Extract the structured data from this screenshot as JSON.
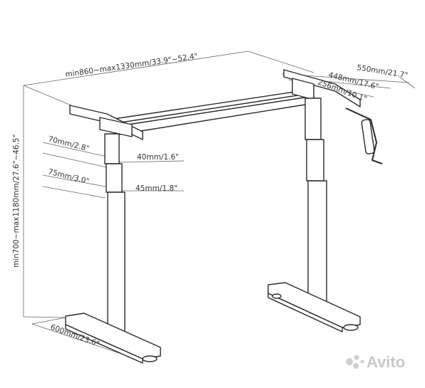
{
  "diagram": {
    "labels": {
      "width_range": "min860~max1330mm/33.9\"~52.4\"",
      "depth_total": "550mm/21.7\"",
      "depth_mid": "448mm/17.6\"",
      "depth_inner": "256mm/10.1\"",
      "upper_tube": "70mm/2.8\"",
      "upper_inner": "40mm/1.6\"",
      "lower_tube": "75mm/3.0\"",
      "lower_inner": "45mm/1.8\"",
      "height_range": "min700~max1180mm/27.6\"~46.5\"",
      "foot_length": "600mm/23.6\""
    },
    "watermark": "Avito"
  },
  "colors": {
    "line": "#2b2b2b",
    "dim_line": "#555555",
    "watermark": "#c9c9c9"
  }
}
